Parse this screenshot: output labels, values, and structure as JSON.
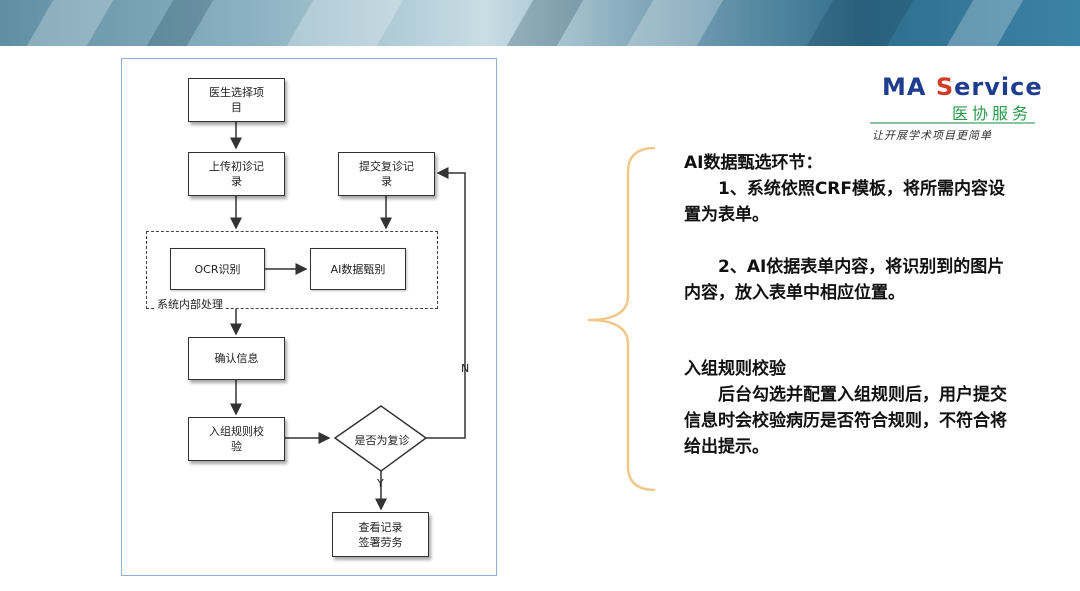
{
  "flowchart": {
    "nodes": {
      "doctor_select": "医生选择项目",
      "doctor_select_l1": "医生选择项",
      "doctor_select_l2": "目",
      "upload_first_l1": "上传初诊记",
      "upload_first_l2": "录",
      "submit_followup_l1": "提交复诊记",
      "submit_followup_l2": "录",
      "ocr": "OCR识别",
      "ai_screen": "AI数据甄别",
      "subgroup_label": "系统内部处理",
      "confirm": "确认信息",
      "rule_check_l1": "入组规则校",
      "rule_check_l2": "验",
      "is_followup": "是否为复诊",
      "view_l1": "查看记录",
      "view_l2": "签署劳务"
    },
    "edge_labels": {
      "no": "N",
      "yes": "Y"
    }
  },
  "logo": {
    "en_ma": "MA ",
    "en_s": "S",
    "en_rest": "ervice",
    "cn": "医协服务",
    "slogan": "让开展学术项目更简单"
  },
  "panel": {
    "title": "AI数据甄选环节：",
    "item1": "1、系统依照CRF模板，将所需内容设置为表单。",
    "item2": "2、AI依据表单内容，将识别到的图片内容，放入表单中相应位置。",
    "rule_title": "入组规则校验",
    "rule_body": "后台勾选并配置入组规则后，用户提交信息时会校验病历是否符合规则，不符合将给出提示。"
  },
  "colors": {
    "brace": "#f0c98a",
    "logo_blue": "#1f3d8f",
    "logo_red": "#d23b2a",
    "logo_green": "#2a9a4a"
  }
}
